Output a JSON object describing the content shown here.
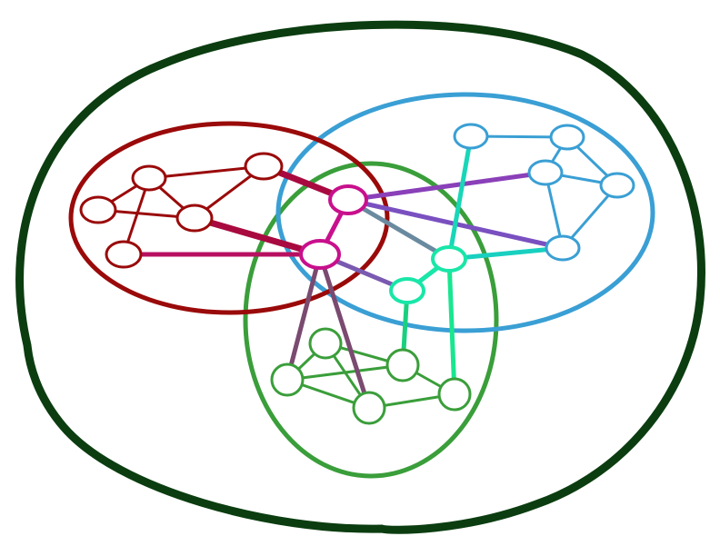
{
  "colors": {
    "background": "#ffffff",
    "outer_boundary": "#0b3d10",
    "red_community": "#9a0a0a",
    "blue_community": "#3a9fd4",
    "green_community": "#3a9e3a",
    "magenta_node": "#c8108c",
    "cyan_node": "#19e6a8",
    "violet_link": "#8a40b8",
    "node_fill": "#ffffff"
  },
  "diagram": {
    "communities": [
      {
        "id": "outer",
        "color": "outer_boundary"
      },
      {
        "id": "red",
        "color": "red_community"
      },
      {
        "id": "blue",
        "color": "blue_community"
      },
      {
        "id": "green",
        "color": "green_community"
      }
    ],
    "nodes": [
      {
        "id": "r1",
        "community": "red"
      },
      {
        "id": "r2",
        "community": "red"
      },
      {
        "id": "r3",
        "community": "red"
      },
      {
        "id": "r4",
        "community": "red"
      },
      {
        "id": "r5",
        "community": "red"
      },
      {
        "id": "m1",
        "community": "red-blue-green"
      },
      {
        "id": "m2",
        "community": "red-blue-green"
      },
      {
        "id": "b1",
        "community": "blue"
      },
      {
        "id": "b2",
        "community": "blue"
      },
      {
        "id": "b3",
        "community": "blue"
      },
      {
        "id": "b4",
        "community": "blue"
      },
      {
        "id": "b5",
        "community": "blue"
      },
      {
        "id": "c1",
        "community": "blue-green"
      },
      {
        "id": "c2",
        "community": "blue-green"
      },
      {
        "id": "g1",
        "community": "green"
      },
      {
        "id": "g2",
        "community": "green"
      },
      {
        "id": "g3",
        "community": "green"
      },
      {
        "id": "g4",
        "community": "green"
      },
      {
        "id": "g5",
        "community": "green"
      }
    ],
    "edges": [
      {
        "from": "r1",
        "to": "r2",
        "color": "red_community"
      },
      {
        "from": "r1",
        "to": "r3",
        "color": "red_community"
      },
      {
        "from": "r2",
        "to": "r3",
        "color": "red_community"
      },
      {
        "from": "r2",
        "to": "r4",
        "color": "red_community"
      },
      {
        "from": "r2",
        "to": "r5",
        "color": "red_community"
      },
      {
        "from": "r3",
        "to": "r4",
        "color": "red_community"
      },
      {
        "from": "r4",
        "to": "r5",
        "color": "red_community"
      },
      {
        "from": "b1",
        "to": "b2",
        "color": "blue_community"
      },
      {
        "from": "b2",
        "to": "b3",
        "color": "blue_community"
      },
      {
        "from": "b2",
        "to": "b4",
        "color": "blue_community"
      },
      {
        "from": "b3",
        "to": "b4",
        "color": "blue_community"
      },
      {
        "from": "b3",
        "to": "b5",
        "color": "blue_community"
      },
      {
        "from": "b4",
        "to": "b5",
        "color": "blue_community"
      },
      {
        "from": "g1",
        "to": "g2",
        "color": "green_community"
      },
      {
        "from": "g1",
        "to": "g3",
        "color": "green_community"
      },
      {
        "from": "g2",
        "to": "g3",
        "color": "green_community"
      },
      {
        "from": "g2",
        "to": "g4",
        "color": "green_community"
      },
      {
        "from": "g3",
        "to": "g5",
        "color": "green_community"
      },
      {
        "from": "g4",
        "to": "g5",
        "color": "green_community"
      },
      {
        "from": "g2",
        "to": "g5",
        "color": "green_community"
      },
      {
        "from": "r4",
        "to": "m1",
        "color": "magenta_node"
      },
      {
        "from": "r5",
        "to": "m2",
        "color": "magenta_node"
      },
      {
        "from": "r3",
        "to": "m2",
        "color": "magenta_node"
      },
      {
        "from": "m1",
        "to": "m2",
        "color": "magenta_node"
      },
      {
        "from": "m1",
        "to": "b3",
        "color": "violet_link"
      },
      {
        "from": "m1",
        "to": "b5",
        "color": "violet_link"
      },
      {
        "from": "m1",
        "to": "c1",
        "color": "violet_link"
      },
      {
        "from": "m2",
        "to": "c2",
        "color": "violet_link"
      },
      {
        "from": "m2",
        "to": "g1",
        "color": "magenta_node"
      },
      {
        "from": "m2",
        "to": "g4",
        "color": "magenta_node"
      },
      {
        "from": "c1",
        "to": "c2",
        "color": "cyan_node"
      },
      {
        "from": "c1",
        "to": "b1",
        "color": "cyan_node"
      },
      {
        "from": "c1",
        "to": "b5",
        "color": "cyan_node"
      },
      {
        "from": "c1",
        "to": "g5",
        "color": "cyan_node"
      },
      {
        "from": "c2",
        "to": "g3",
        "color": "cyan_node"
      }
    ]
  }
}
